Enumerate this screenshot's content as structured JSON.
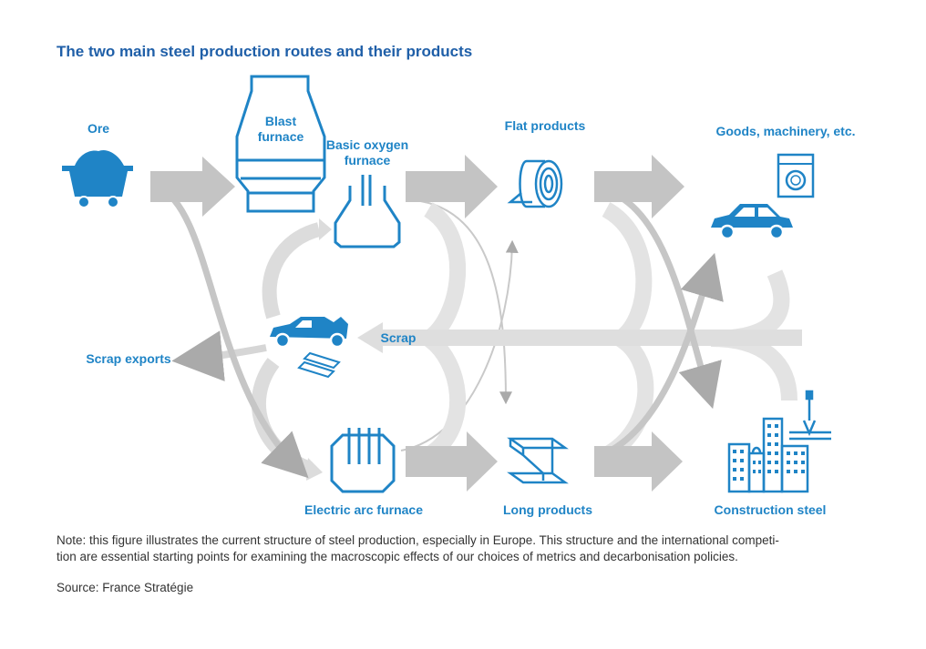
{
  "title": "The two main steel production routes and their products",
  "nodes": {
    "ore": "Ore",
    "blast_furnace": "Blast\nfurnace",
    "basic_oxygen_furnace": "Basic oxygen\nfurnace",
    "flat_products": "Flat products",
    "goods": "Goods, machinery, etc.",
    "scrap": "Scrap",
    "scrap_exports": "Scrap exports",
    "electric_arc_furnace": "Electric arc furnace",
    "long_products": "Long products",
    "construction_steel": "Construction steel"
  },
  "note": "Note: this figure illustrates the current structure of steel production, especially in Europe. This structure and the international competi-\ntion are essential starting points for examining the macroscopic effects of our choices of metrics and decarbonisation policies.",
  "source": "Source: France Stratégie",
  "colors": {
    "accent": "#1f84c6",
    "title": "#1f5fa8",
    "arrow": "#c4c4c4",
    "arrow_light": "#dedede"
  }
}
